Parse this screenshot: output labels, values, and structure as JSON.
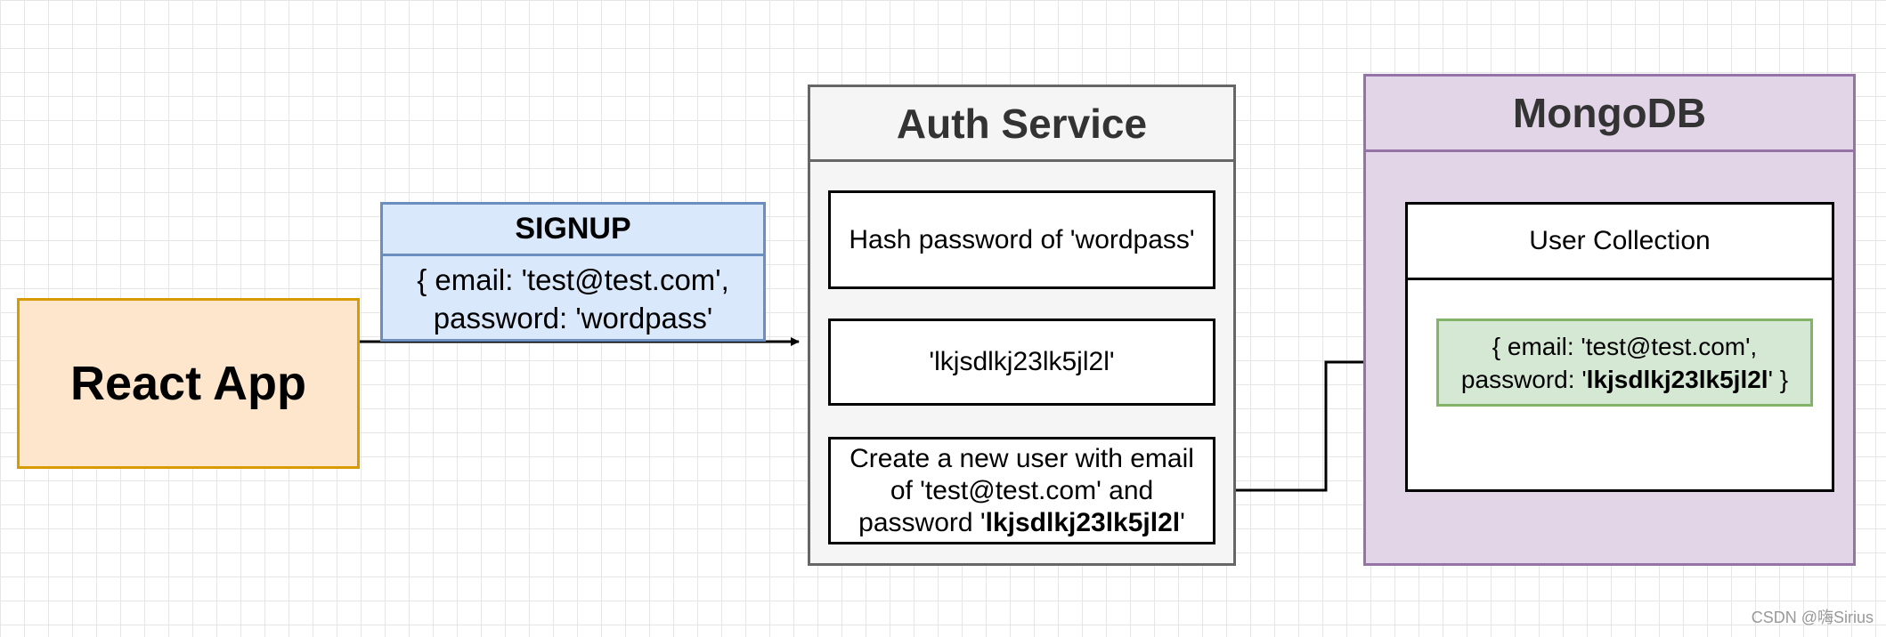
{
  "react_app": {
    "label": "React App"
  },
  "signup": {
    "title": "SIGNUP",
    "line1": "{ email: 'test@test.com',",
    "line2": "password: 'wordpass'"
  },
  "auth_service": {
    "title": "Auth Service",
    "step1": "Hash password of 'wordpass'",
    "step2": "'lkjsdlkj23lk5jl2l'",
    "step3": {
      "line1": "Create a new user with email",
      "line2": "of 'test@test.com' and",
      "line3_prefix": "password '",
      "line3_bold": "lkjsdlkj23lk5jl2l",
      "line3_suffix": "'"
    }
  },
  "mongodb": {
    "title": "MongoDB",
    "collection_title": "User Collection",
    "document": {
      "line1": "{ email: 'test@test.com',",
      "line2_prefix": "password: '",
      "line2_bold": "lkjsdlkj23lk5jl2l",
      "line2_suffix": "' }"
    }
  },
  "watermark": "CSDN @嗨Sirius",
  "colors": {
    "react_fill": "#fde6cc",
    "react_stroke": "#d79b00",
    "signup_fill": "#dae8fc",
    "signup_stroke": "#6c8ebf",
    "auth_fill": "#f5f5f5",
    "auth_stroke": "#666666",
    "mongo_fill": "#e1d5e7",
    "mongo_stroke": "#9673a6",
    "doc_fill": "#d5e8d4",
    "doc_stroke": "#82b366"
  }
}
